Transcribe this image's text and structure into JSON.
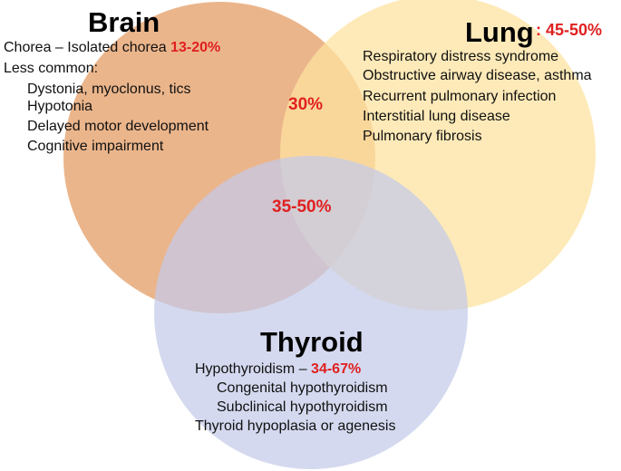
{
  "colors": {
    "brain_circle": "#e8a877",
    "lung_circle": "#fde3a0",
    "thyroid_circle": "#c3cae9",
    "accent_red": "#e02020"
  },
  "brain": {
    "title": "Brain",
    "chorea_prefix": "Chorea – Isolated  chorea ",
    "chorea_pct": "13-20%",
    "less_common": "Less common:",
    "items": [
      "Dystonia, myoclonus, tics",
      "Hypotonia",
      "Delayed motor development",
      "Cognitive impairment"
    ]
  },
  "lung": {
    "title": "Lung",
    "pct": ": 45-50%",
    "items": [
      "Respiratory distress syndrome",
      "Obstructive airway disease, asthma",
      "Recurrent pulmonary infection",
      "Interstitial lung disease",
      "Pulmonary fibrosis"
    ]
  },
  "thyroid": {
    "title": "Thyroid",
    "hypo_prefix": "Hypothyroidism – ",
    "hypo_pct": "34-67%",
    "items": [
      "Congenital hypothyroidism",
      "Subclinical hypothyroidism",
      "Thyroid hypoplasia or agenesis"
    ]
  },
  "overlaps": {
    "brain_lung": "30%",
    "all_three": "35-50%"
  }
}
